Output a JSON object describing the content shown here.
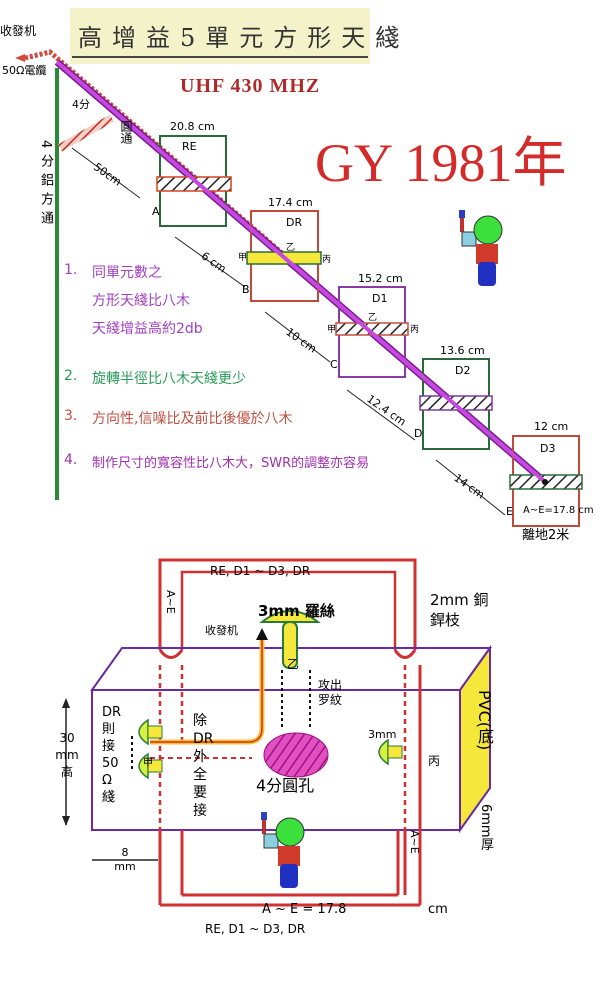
{
  "title": "高增益5單元方形天綫",
  "band": "UHF   430 MHZ",
  "author_year": "GY 1981年",
  "top_diagram": {
    "labels": {
      "transceiver": "收發机",
      "cable": "50Ω電纜",
      "four_fen": "4分",
      "round_pipe": "圓通",
      "mast": "4分鋁方通",
      "dist_50": "50cm"
    },
    "elements": [
      {
        "name": "RE",
        "width": "20.8 cm",
        "point": "A"
      },
      {
        "name": "DR",
        "width": "17.4 cm",
        "point": "B"
      },
      {
        "name": "D1",
        "width": "15.2 cm",
        "point": "C"
      },
      {
        "name": "D2",
        "width": "13.6 cm",
        "point": "D"
      },
      {
        "name": "D3",
        "width": "12 cm",
        "point": "E"
      }
    ],
    "spacings": [
      "6 cm",
      "10 cm",
      "12.4 cm",
      "14 cm"
    ],
    "feed_labels": {
      "jia": "甲",
      "yi": "乙",
      "bing": "丙"
    },
    "total": "A~E=17.8 cm",
    "ground": "離地2米"
  },
  "notes": [
    {
      "num": "1.",
      "lines": [
        "同單元數之",
        "方形天綫比八木",
        "天綫增益高約2db"
      ],
      "color": "#a040c0"
    },
    {
      "num": "2.",
      "lines": [
        "旋轉半徑比八木天綫更少"
      ],
      "color": "#2a9a5a"
    },
    {
      "num": "3.",
      "lines": [
        "方向性,信噪比及前比後優於八木"
      ],
      "color": "#c05040"
    },
    {
      "num": "4.",
      "lines": [
        "制作尺寸的寬容性比八木大，SWR的調整亦容易"
      ],
      "color": "#a030b0"
    }
  ],
  "bottom_diagram": {
    "top_label": "RE, D1 ~ D3, DR",
    "bottom_label": "RE, D1 ~ D3, DR",
    "left_loop_label": "A~E",
    "right_loop_label": "A~E",
    "wire_label": "2mm 銅銲枝",
    "screw_label": "3mm 羅絲",
    "transceiver": "收發机",
    "yi": "乙",
    "tap_thread": "攻出罗紋",
    "dr_connect": "DR 則接 50Ω 綫",
    "jia": "甲",
    "remove_dr": "除DR外全要接",
    "hole": "4分圓孔",
    "screw_3mm": "3mm",
    "bing": "丙",
    "pvc": "PVC(底)",
    "thickness": "6mm厚",
    "height": "30 mm高",
    "gap": "8 mm",
    "total": "A ~ E = 17.8",
    "total_unit": "cm"
  },
  "colors": {
    "boom": "#b030d0",
    "red": "#d03030",
    "green": "#2a7a3a",
    "purple": "#7a2aa0",
    "yellow": "#f5e83a",
    "banner": "#f3f2c8"
  }
}
